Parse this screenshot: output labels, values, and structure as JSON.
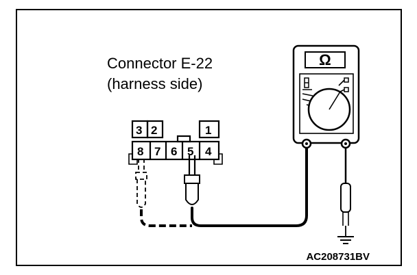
{
  "connector": {
    "name_line1": "Connector E-22",
    "name_line2": "(harness side)",
    "pins_top": [
      "3",
      "2",
      "1"
    ],
    "pins_bottom": [
      "8",
      "7",
      "6",
      "5",
      "4"
    ]
  },
  "meter": {
    "unit_symbol": "Ω"
  },
  "figure_code": "AC208731BV",
  "colors": {
    "line": "#000000",
    "background": "#ffffff"
  }
}
